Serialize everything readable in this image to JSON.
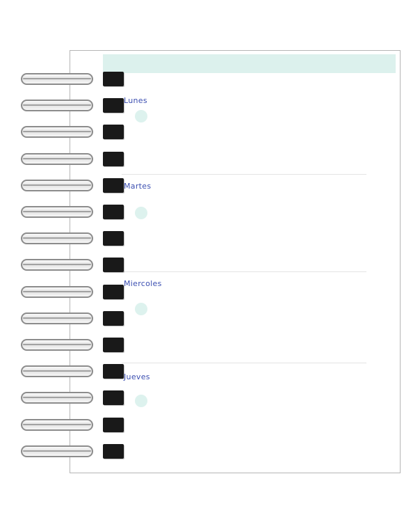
{
  "notebook": {
    "days": [
      {
        "label": "Lunes"
      },
      {
        "label": "Martes"
      },
      {
        "label": "Miercoles"
      },
      {
        "label": "Jueves"
      }
    ],
    "spiral": {
      "coil_count": 15
    },
    "colors": {
      "header_band": "#dcf1ed",
      "day_label_text": "#3c4fb1",
      "bullet_circle": "#ddf2ee",
      "divider": "#e4e4e4",
      "paper_border": "#b5b5b5",
      "spiral_cap": "#191919"
    }
  }
}
